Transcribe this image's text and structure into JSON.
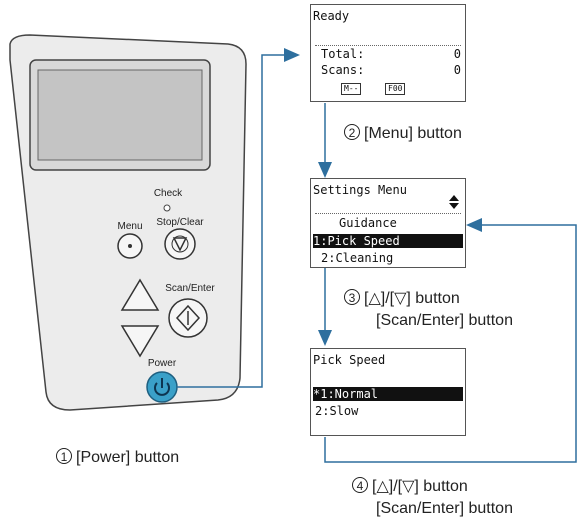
{
  "panel": {
    "check_label": "Check",
    "stop_clear_label": "Stop/Clear",
    "menu_label": "Menu",
    "scan_enter_label": "Scan/Enter",
    "power_label": "Power"
  },
  "screens": {
    "ready": {
      "title": "Ready",
      "total_label": "Total:",
      "total_value": "0",
      "scans_label": "Scans:",
      "scans_value": "0",
      "tag1": "M--",
      "tag2": "F00"
    },
    "settings": {
      "title": "Settings Menu",
      "items": [
        "Guidance",
        "1:Pick Speed",
        "2:Cleaning"
      ]
    },
    "pick_speed": {
      "title": "Pick Speed",
      "items": [
        "*1:Normal",
        "2:Slow"
      ]
    }
  },
  "steps": {
    "step1_num": "1",
    "step1_text": "[Power] button",
    "step2_num": "2",
    "step2_text": "[Menu] button",
    "step3_num": "3",
    "step3_line1": "[△]/[▽] button",
    "step3_line2": "[Scan/Enter] button",
    "step4_num": "4",
    "step4_line1": "[△]/[▽] button",
    "step4_line2": "[Scan/Enter] button"
  },
  "colors": {
    "arrow": "#2e6f9e",
    "power_button": "#3aa0c8"
  }
}
